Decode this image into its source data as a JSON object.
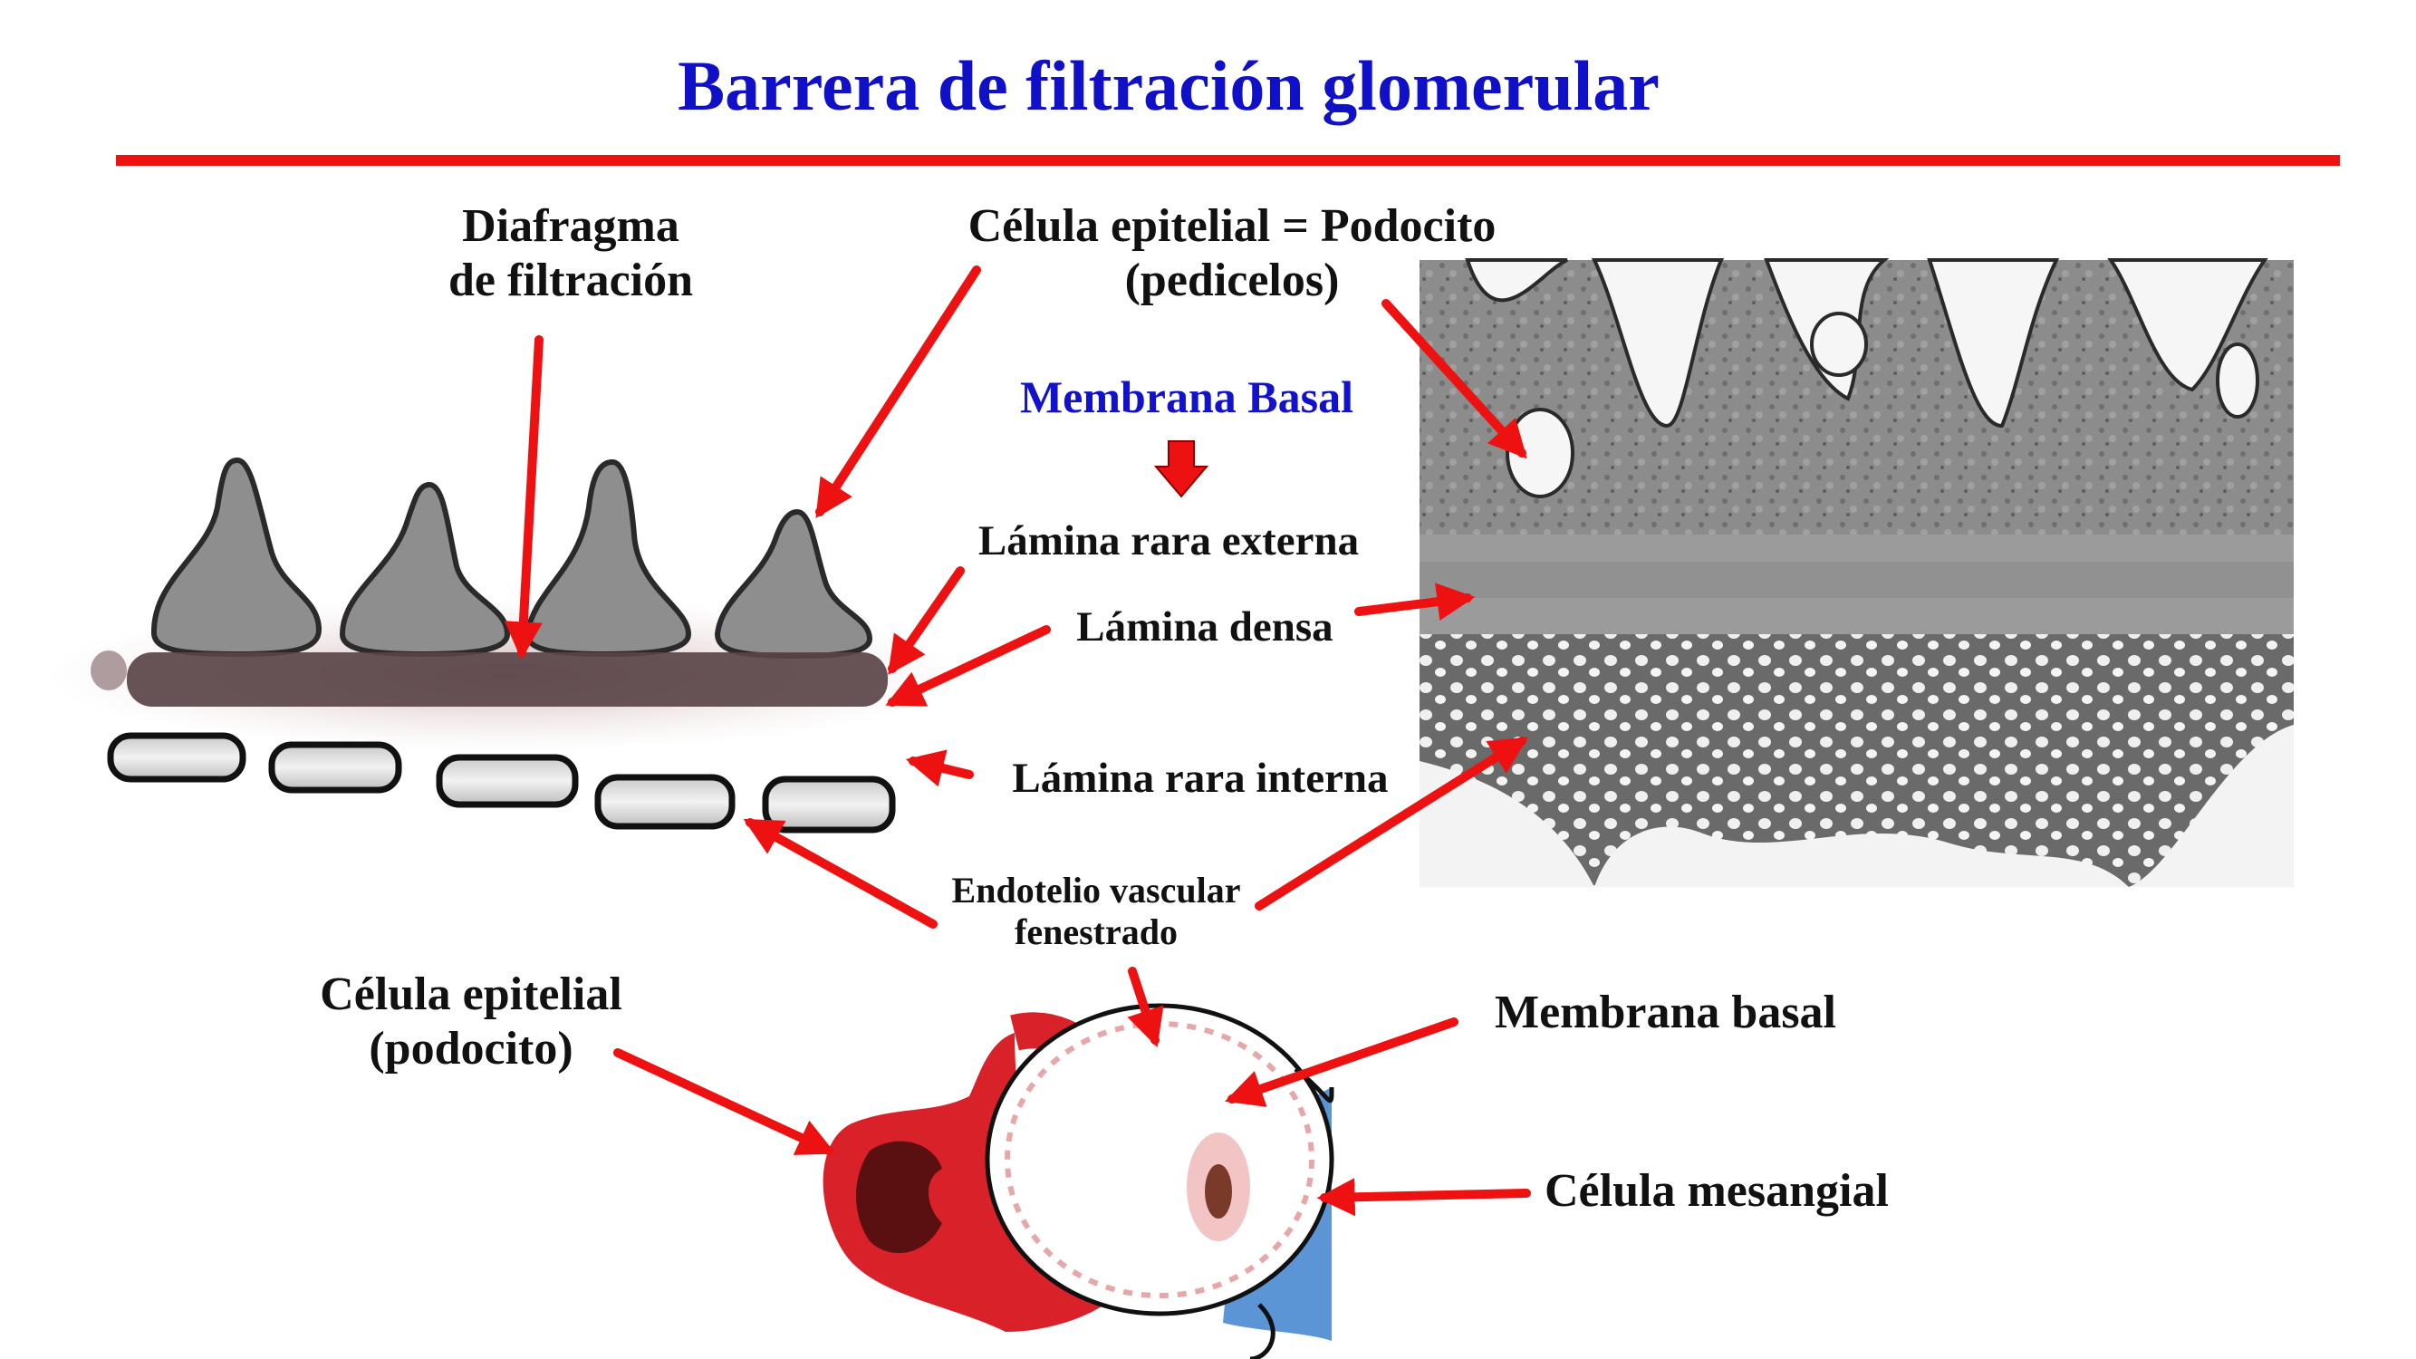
{
  "title": "Barrera de filtración glomerular",
  "colors": {
    "title": "#1010c8",
    "rule": "#ee1111",
    "arrow": "#ee1111",
    "label": "#111111"
  },
  "labels": {
    "diafragma_l1": "Diafragma",
    "diafragma_l2": "de filtración",
    "podocito_l1": "Célula epitelial = Podocito",
    "podocito_l2": "(pedicelos)",
    "membrana_basal_header": "Membrana Basal",
    "lamina_rara_externa": "Lámina rara externa",
    "lamina_densa": "Lámina densa",
    "lamina_rara_interna": "Lámina rara interna",
    "endotelio_l1": "Endotelio vascular",
    "endotelio_l2": "fenestrado",
    "celula_epitelial_l1": "Célula epitelial",
    "celula_epitelial_l2": "(podocito)",
    "membrana_basal": "Membrana basal",
    "celula_mesangial": "Célula mesangial"
  },
  "icons": {
    "down_arrow": "red-down-arrow-icon"
  }
}
